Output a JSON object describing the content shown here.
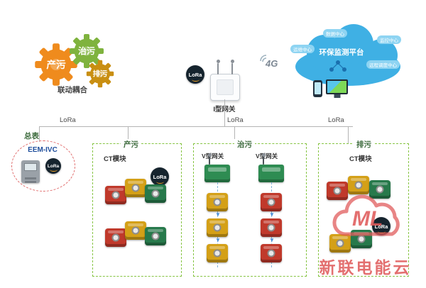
{
  "gears": {
    "g1": "产污",
    "g2": "治污",
    "g3": "排污",
    "caption": "联动耦合"
  },
  "gateway": {
    "label": "I型网关",
    "lora": "LoRa"
  },
  "net": {
    "g4": "4G"
  },
  "cloud": {
    "title": "环保监测平台",
    "b1": "数据中心",
    "b2": "运维中心",
    "b3": "监控中心",
    "b4": "远程调度中心"
  },
  "bus": {
    "l1": "LoRa",
    "l2": "LoRa",
    "l3": "LoRa"
  },
  "meter": {
    "zone": "总表",
    "model": "EEM-IVC",
    "lora": "LoRa"
  },
  "zone1": {
    "label": "产污",
    "ct": "CT模块",
    "lora": "LoRa"
  },
  "zone2": {
    "label": "治污",
    "gwA": "V型网关",
    "gwB": "V型网关"
  },
  "zone3": {
    "label": "排污",
    "ct": "CT模块",
    "lora": "LoRa"
  },
  "watermark": {
    "logo": "ML",
    "text": "新联电能云"
  },
  "colors": {
    "zone_border_green": "#86c443",
    "cloud_blue": "#3fb0e4",
    "module_red": "#c0392b",
    "module_yellow": "#d4a017",
    "module_green": "#27794b",
    "gear_orange": "#ef8b1d",
    "gear_green": "#7fb33e",
    "gear_gold": "#c98f12",
    "watermark_red": "#e05c5c",
    "badge_dark": "#16242e"
  }
}
